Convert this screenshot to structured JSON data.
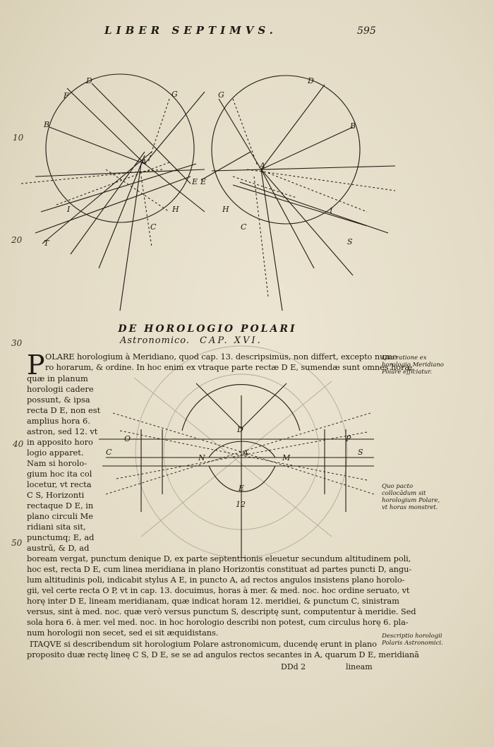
{
  "header": {
    "running_title": "LIBER SEPTIMVS.",
    "page_number": "595"
  },
  "line_numbers": [
    "10",
    "20",
    "30",
    "40",
    "50"
  ],
  "figure_top_labels": {
    "left": [
      "D",
      "F",
      "G",
      "B",
      "A",
      "E",
      "H",
      "C",
      "I",
      "T"
    ],
    "right": [
      "G",
      "D",
      "B",
      "E",
      "A",
      "H",
      "C",
      "I",
      "S"
    ]
  },
  "figure_bottom_labels": [
    "D",
    "A",
    "E",
    "12",
    "N",
    "M",
    "C",
    "S",
    "O",
    "P"
  ],
  "chapter": {
    "title": "DE HOROLOGIO POLARI",
    "subtitle": "Astronomico.",
    "cap": "CAP. XVI."
  },
  "dropcap": "P",
  "paragraph_top": [
    "OLARE horologium à Meridiano, quod cap. 13. descripsimus, non differt, excepto nume",
    "ro horarum, & ordine. In hoc enim ex vtraque parte rectæ D E, sumendæ sunt omnes horæ,"
  ],
  "paragraph_side": [
    "quæ in planum",
    "horologii cadere",
    "possunt, & ipsa",
    "recta D E, non est",
    "amplius hora 6.",
    "astron, sed 12. vt",
    "in apposito horo",
    "logio apparet.",
    "Nam si horolo-",
    "gium hoc ita col",
    "locetur, vt recta",
    "C S, Horizonti",
    "rectaque D E, in",
    "plano circuli Me",
    "ridiani sita sit,",
    "punctumq; E, ad",
    "austrū, & D, ad"
  ],
  "paragraph_bottom": [
    "boream vergat, punctum denique D, ex parte septentrionis eleuetur secundum altitudinem poli,",
    "hoc est, recta D E, cum linea meridiana in plano Horizontis constituat ad partes puncti D, angu-",
    "lum altitudinis poli, indicabit stylus A E, in puncto A, ad rectos angulos insistens plano horolo-",
    "gii, vel certe recta O P, vt in cap. 13. docuimus, horas à mer. & med. noc. hoc ordine seruato, vt",
    "horę inter D E, lineam meridianam, quæ indicat horam 12. meridiei, & punctum C, sinistram",
    "versus, sint à med. noc. quæ verò versus punctum S, descriptę sunt, computentur à meridie. Sed",
    "sola hora 6. à mer. vel med. noc. in hoc horologio describi non potest, cum circulus horę 6. pla-",
    "num horologii non secet, sed ei sit æquidistans."
  ],
  "paragraph2": [
    "ITAQVE si describendum sit horologium Polare astronomicum, ducendę erunt in plano",
    "proposito duæ rectę lineę C S, D E, se se ad angulos rectos secantes in A, quarum D E, meridianā"
  ],
  "signature": "DDd 2",
  "catchword": "lineam",
  "margin_notes": [
    "Qua ratione ex horologio Meridiano Polare efficiatur.",
    "Quo pacto collocādum sit horologium Polare, vt horas monstret.",
    "Descriptio horologii Polaris Astronomici."
  ],
  "colors": {
    "paper": "#e4dcc6",
    "ink": "#1f1a14",
    "faint_ink": "#9a9282"
  }
}
